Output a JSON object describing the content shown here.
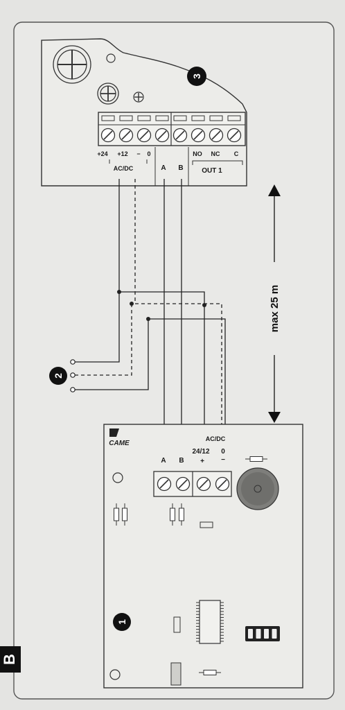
{
  "section_letter": "B",
  "callouts": {
    "receiver": "1",
    "power_supply": "2",
    "module": "3"
  },
  "module": {
    "terminals": [
      "+24",
      "+12",
      "−",
      "0",
      "",
      "",
      "",
      ""
    ],
    "label_acdc": "AC/DC",
    "label_a": "A",
    "label_b": "B",
    "label_no": "NO",
    "label_nc": "NC",
    "label_c": "C",
    "label_out": "OUT 1"
  },
  "receiver": {
    "brand": "CAME",
    "label_acdc": "AC/DC",
    "label_a": "A",
    "label_b": "B",
    "label_supply": "24/12",
    "label_plus": "+",
    "label_zero": "0",
    "label_minus": "−"
  },
  "distance_label": "max 25 m",
  "colors": {
    "background": "#e4e4e2",
    "line": "#1a1a1a",
    "panel": "#e9e9e7"
  }
}
